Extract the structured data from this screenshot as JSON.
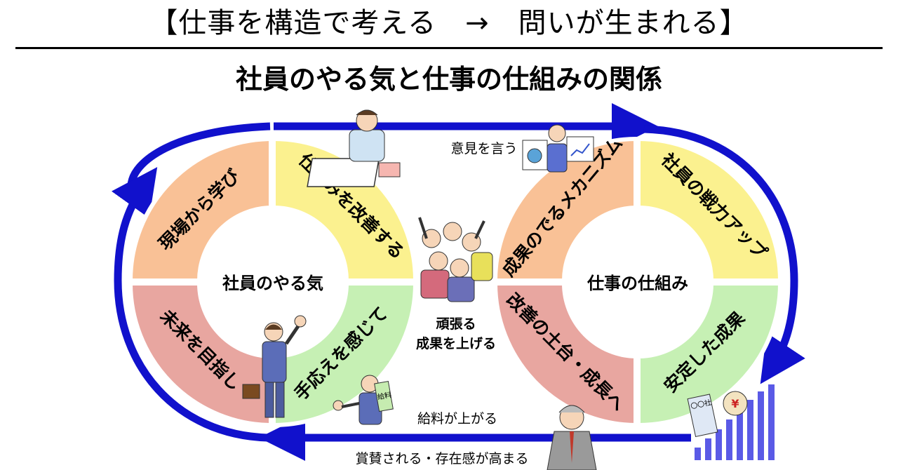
{
  "header": {
    "title": "【仕事を構造で考える　→　問いが生まれる】"
  },
  "main_title": "社員のやる気と仕事の仕組みの関係",
  "left_circle": {
    "center": "社員のやる気",
    "segments": [
      {
        "label": "現場から学び",
        "color": "#f9c196"
      },
      {
        "label": "仕組みを改善する",
        "color": "#fbf18f"
      },
      {
        "label": "未来を目指し",
        "color": "#e8a6a0"
      },
      {
        "label": "手応えを感じて",
        "color": "#c6f0b4"
      }
    ]
  },
  "right_circle": {
    "center": "仕事の仕組み",
    "segments": [
      {
        "label": "成果のでるメカニズム",
        "color": "#f9c196"
      },
      {
        "label": "社員の戦力アップ",
        "color": "#fbf18f"
      },
      {
        "label": "改善の土台・成長へ",
        "color": "#e8a6a0"
      },
      {
        "label": "安定した成果",
        "color": "#c6f0b4"
      }
    ]
  },
  "notes": {
    "top": "意見を言う",
    "center_line1": "頑張る",
    "center_line2": "成果を上げる",
    "bottom_inner": "給料が上がる",
    "bottom_outer": "賞賛される・存在感が高まる"
  },
  "illustrations": {
    "card_text": "〇〇社",
    "badge_text": "給料",
    "yen_text": "¥"
  },
  "colors": {
    "arrow": "#1111cc",
    "bars": "#5a5ae6"
  }
}
